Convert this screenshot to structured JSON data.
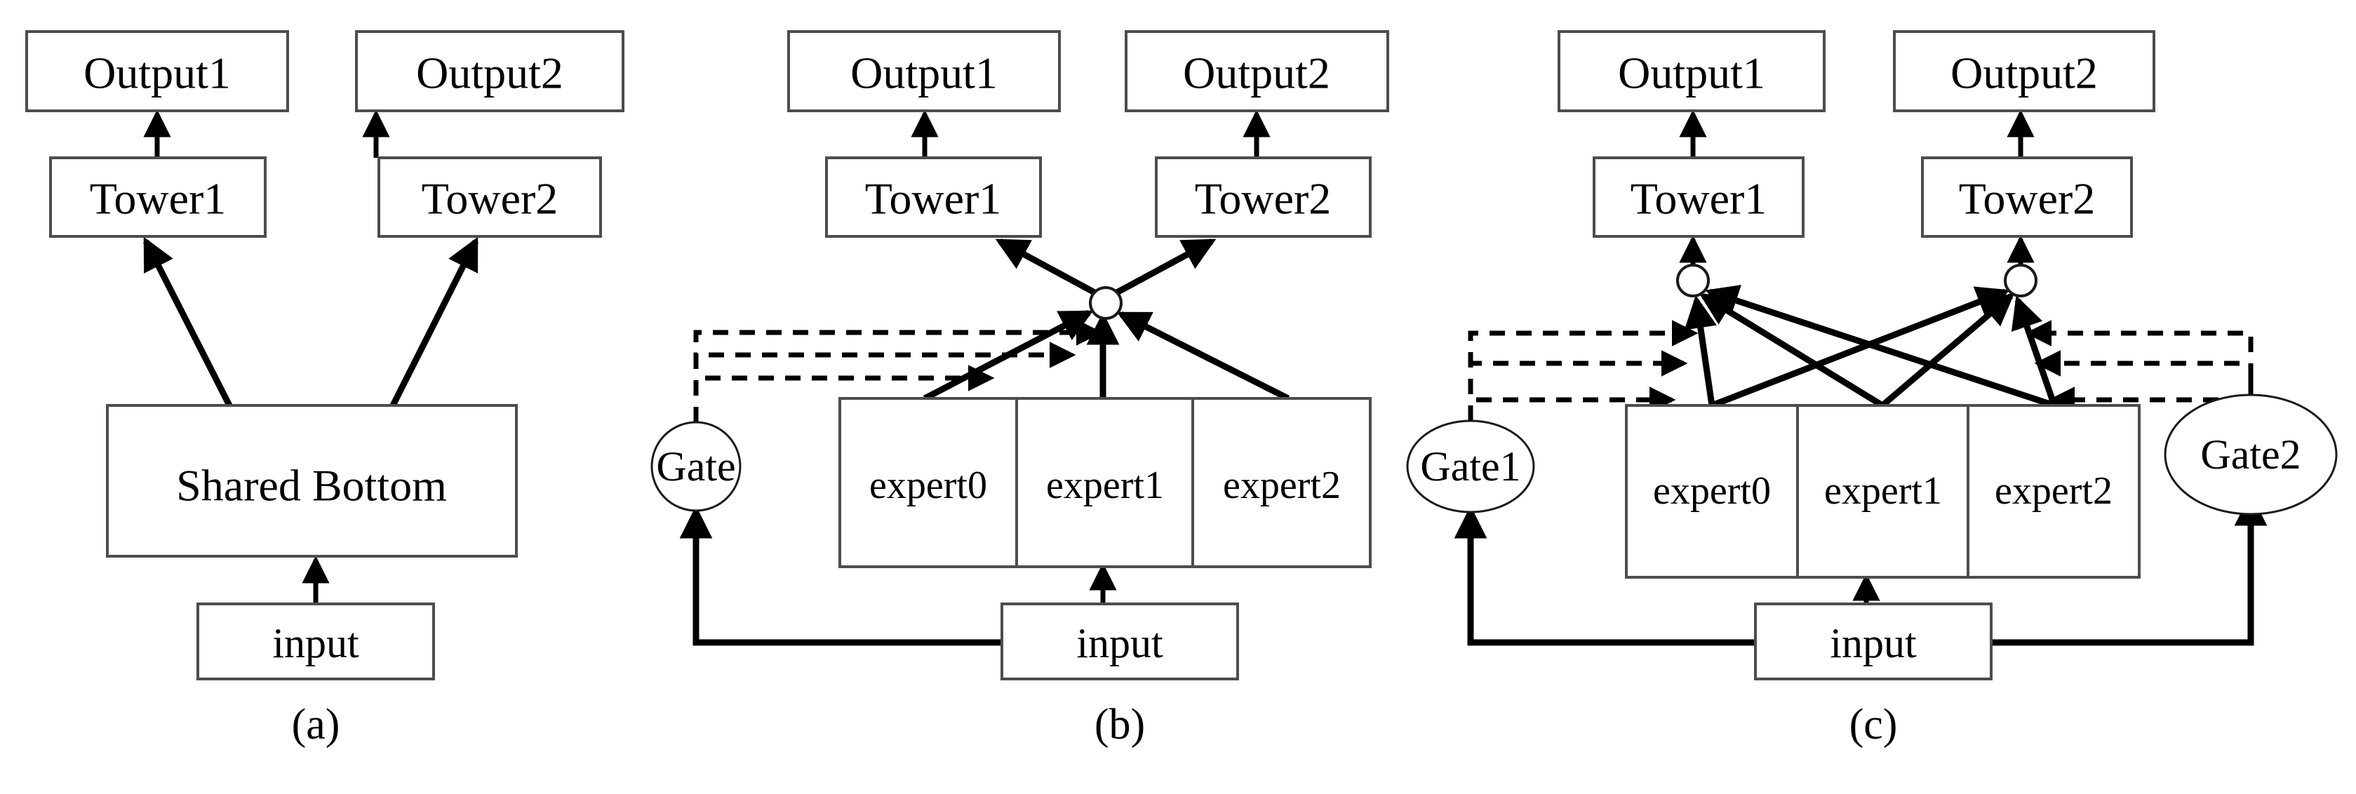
{
  "figure": {
    "kind": "diagram",
    "description": "Multi-task learning model architectures comparison",
    "background_color": "#ffffff",
    "line_color": "#000000",
    "box_stroke_color": "#4d4d4d"
  },
  "panels": [
    {
      "id": "a",
      "caption": "(a)",
      "nodes": {
        "output1": "Output1",
        "output2": "Output2",
        "tower1": "Tower1",
        "tower2": "Tower2",
        "shared_bottom": "Shared Bottom",
        "input": "input"
      }
    },
    {
      "id": "b",
      "caption": "(b)",
      "nodes": {
        "output1": "Output1",
        "output2": "Output2",
        "tower1": "Tower1",
        "tower2": "Tower2",
        "gate": "Gate",
        "expert0": "expert0",
        "expert1": "expert1",
        "expert2": "expert2",
        "input": "input"
      }
    },
    {
      "id": "c",
      "caption": "(c)",
      "nodes": {
        "output1": "Output1",
        "output2": "Output2",
        "tower1": "Tower1",
        "tower2": "Tower2",
        "gate1": "Gate1",
        "gate2": "Gate2",
        "expert0": "expert0",
        "expert1": "expert1",
        "expert2": "expert2",
        "input": "input"
      }
    }
  ]
}
